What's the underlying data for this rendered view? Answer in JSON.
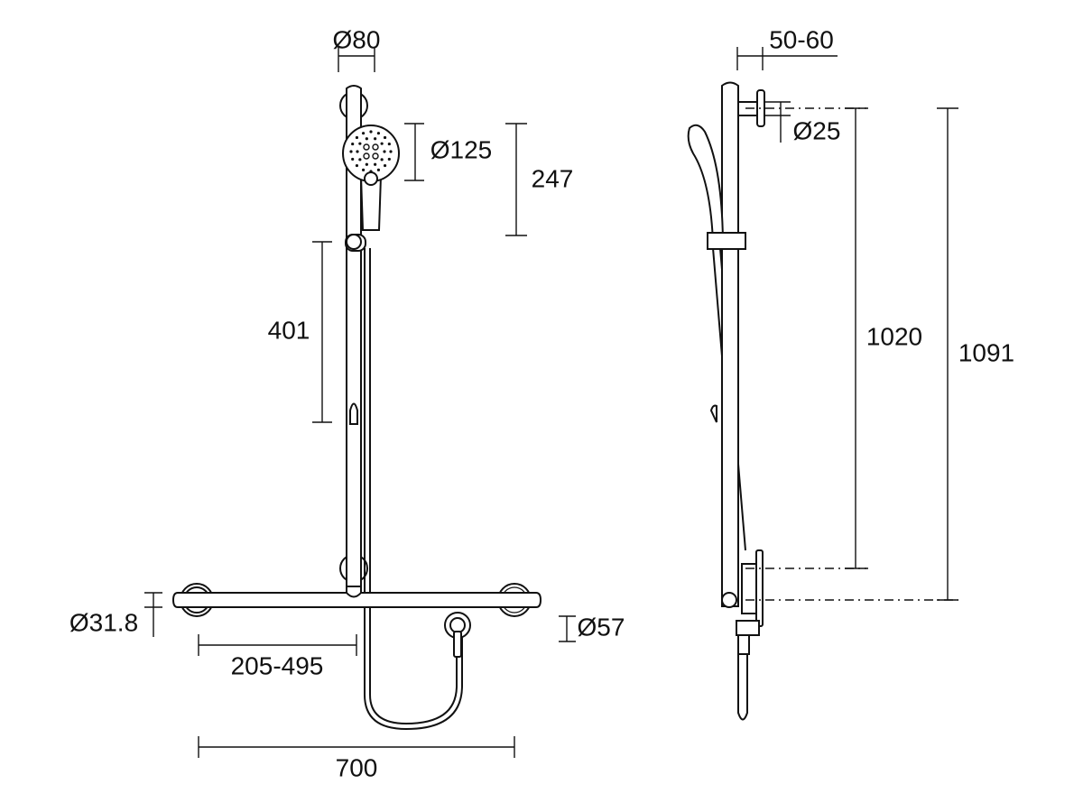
{
  "front_view": {
    "dims": {
      "head_bracket_dia": "Ø80",
      "hand_shower_dia": "Ø125",
      "hand_shower_height": "247",
      "slide_travel": "401",
      "bar_dia": "Ø31.8",
      "vertical_rail_position": "205-495",
      "wall_outlet_dia": "Ø57",
      "bar_length": "700"
    }
  },
  "side_view": {
    "dims": {
      "projection": "50-60",
      "bracket_dia": "Ø25",
      "bracket_centres": "1020",
      "overall_height": "1091"
    }
  },
  "colors": {
    "line": "#111111",
    "background": "#ffffff"
  }
}
